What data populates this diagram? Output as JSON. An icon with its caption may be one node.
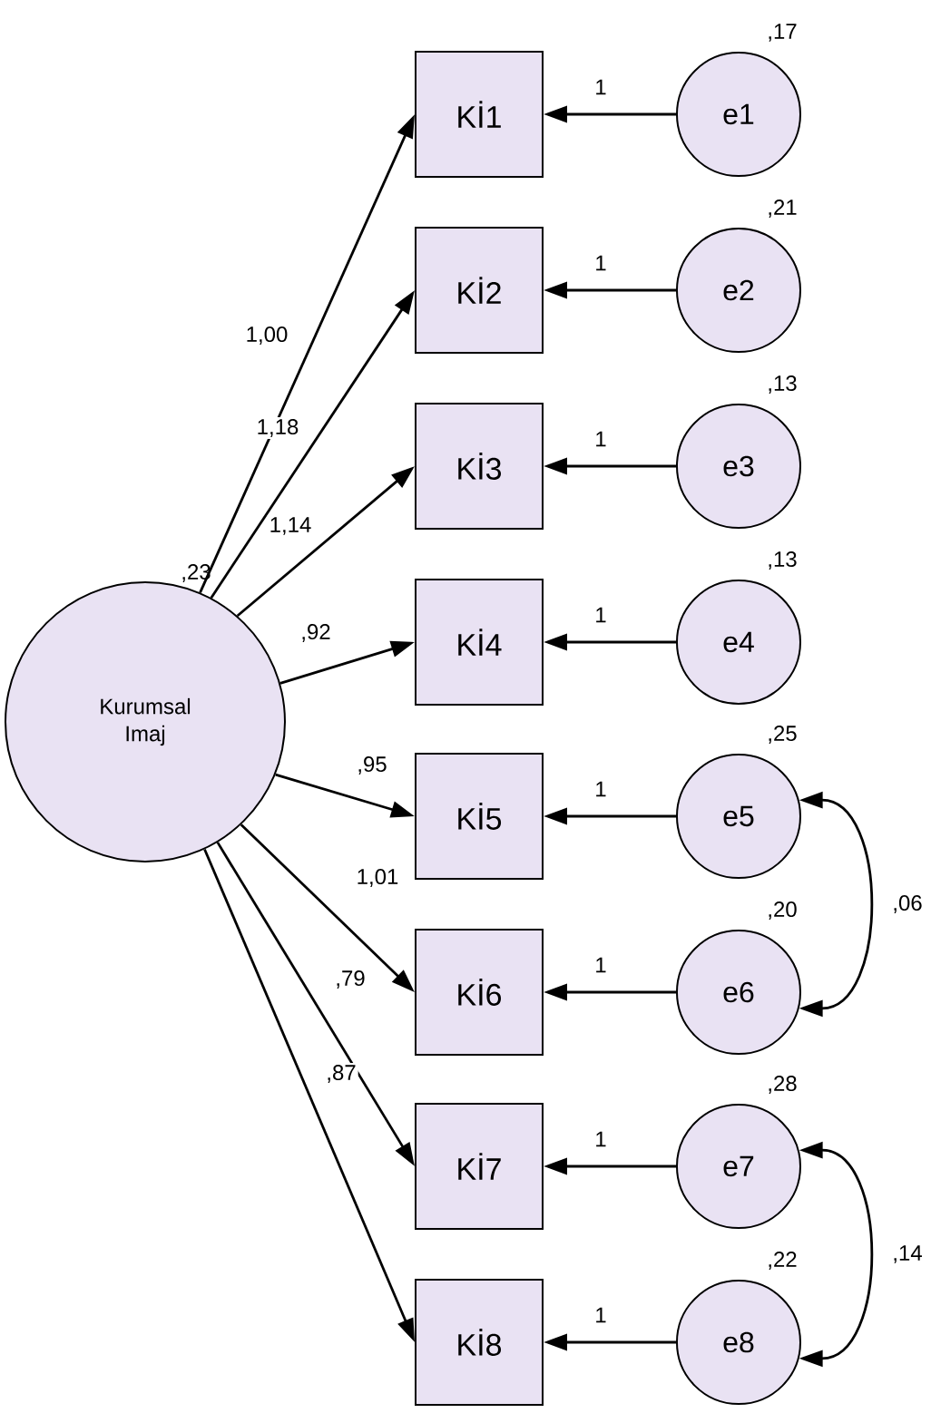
{
  "diagram": {
    "nodes": [
      {
        "text": [
          "Kurumsal Imaj"
        ],
        "beside": [
          ",23"
        ]
      },
      {
        "text": [
          "Kİ1"
        ]
      },
      {
        "text": [
          "Kİ2"
        ]
      },
      {
        "text": [
          "Kİ3"
        ]
      },
      {
        "text": [
          "Kİ4"
        ]
      },
      {
        "text": [
          "Kİ5"
        ]
      },
      {
        "text": [
          "Kİ6"
        ]
      },
      {
        "text": [
          "Kİ7"
        ]
      },
      {
        "text": [
          "Kİ8"
        ]
      },
      {
        "text": [
          "e1"
        ],
        "beside": [
          ",17"
        ]
      },
      {
        "text": [
          "e2"
        ],
        "beside": [
          ",21"
        ]
      },
      {
        "text": [
          "e3"
        ],
        "beside": [
          ",13"
        ]
      },
      {
        "text": [
          "e4"
        ],
        "beside": [
          ",13"
        ]
      },
      {
        "text": [
          "e5"
        ],
        "beside": [
          ",25"
        ]
      },
      {
        "text": [
          "e6"
        ],
        "beside": [
          ",20"
        ]
      },
      {
        "text": [
          "e7"
        ],
        "beside": [
          ",28"
        ]
      },
      {
        "text": [
          "e8"
        ],
        "beside": [
          ",22"
        ]
      }
    ],
    "edges": [
      {
        "from": 0,
        "to": 1,
        "arrow": "to",
        "label": "1,00"
      },
      {
        "from": 0,
        "to": 2,
        "arrow": "to",
        "label": "1,18"
      },
      {
        "from": 0,
        "to": 3,
        "arrow": "to",
        "label": "1,14"
      },
      {
        "from": 0,
        "to": 4,
        "arrow": "to",
        "label": ",92"
      },
      {
        "from": 0,
        "to": 5,
        "arrow": "to",
        "label": ",95"
      },
      {
        "from": 0,
        "to": 6,
        "arrow": "to",
        "label": "1,01"
      },
      {
        "from": 0,
        "to": 7,
        "arrow": "to",
        "label": ",79"
      },
      {
        "from": 0,
        "to": 8,
        "arrow": "to",
        "label": ",87"
      },
      {
        "from": 9,
        "to": 1,
        "arrow": "to",
        "label": "1"
      },
      {
        "from": 10,
        "to": 2,
        "arrow": "to",
        "label": "1"
      },
      {
        "from": 11,
        "to": 3,
        "arrow": "to",
        "label": "1"
      },
      {
        "from": 12,
        "to": 4,
        "arrow": "to",
        "label": "1"
      },
      {
        "from": 13,
        "to": 5,
        "arrow": "to",
        "label": "1"
      },
      {
        "from": 14,
        "to": 6,
        "arrow": "to",
        "label": "1"
      },
      {
        "from": 15,
        "to": 7,
        "arrow": "to",
        "label": "1"
      },
      {
        "from": 16,
        "to": 8,
        "arrow": "to",
        "label": "1"
      },
      {
        "from": 13,
        "to": 14,
        "arrow": "both",
        "label": ",06"
      },
      {
        "from": 15,
        "to": 16,
        "arrow": "both",
        "label": ",14"
      }
    ]
  }
}
